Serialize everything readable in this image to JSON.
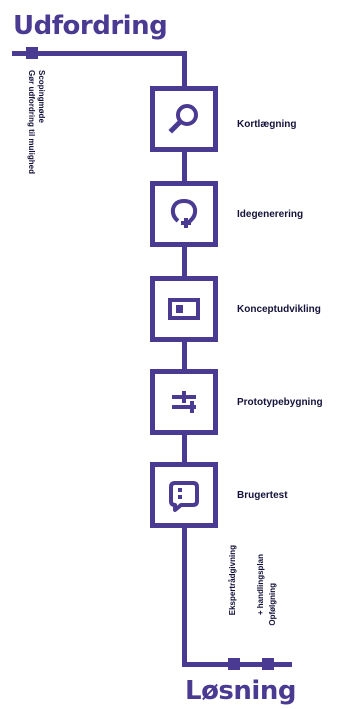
{
  "colors": {
    "primary": "#4b3a92",
    "text": "#14123a",
    "background": "#ffffff"
  },
  "title_top": "Udfordring",
  "title_bottom": "Løsning",
  "start_note": {
    "lines": [
      "Scopingmøde",
      "Gør udfordring til mulighed"
    ]
  },
  "steps": [
    {
      "label": "Kortlægning",
      "icon": "magnifier-icon"
    },
    {
      "label": "Idegenerering",
      "icon": "lightbulb-icon"
    },
    {
      "label": "Konceptudvikling",
      "icon": "concept-card-icon"
    },
    {
      "label": "Prototypebygning",
      "icon": "tools-icon"
    },
    {
      "label": "Brugertest",
      "icon": "speech-bubble-icon"
    }
  ],
  "end_notes": [
    {
      "lines": [
        "Ekspertrådgivning"
      ]
    },
    {
      "lines": [
        "Opfølgning",
        "+ handlingsplan"
      ]
    }
  ]
}
